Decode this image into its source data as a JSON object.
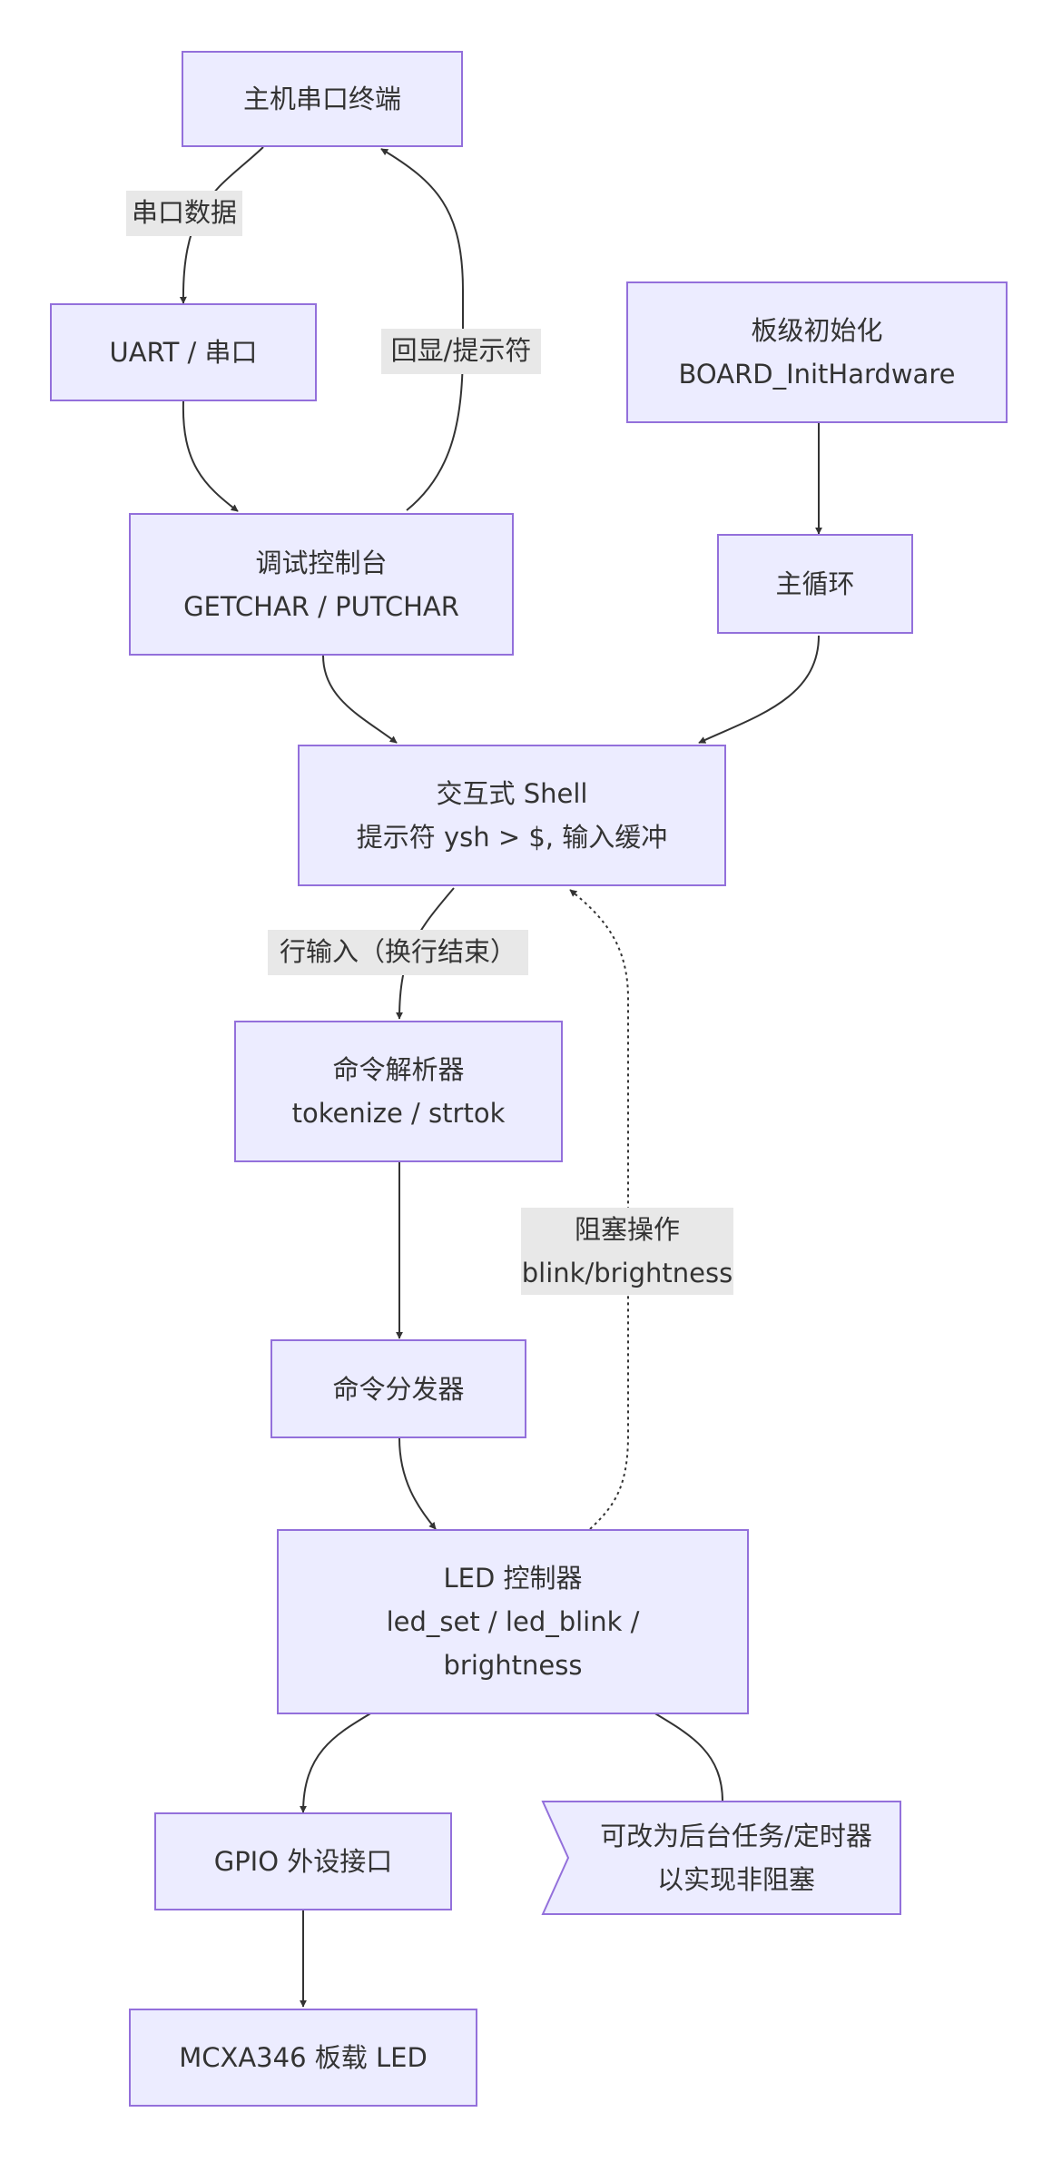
{
  "colors": {
    "node_fill": "#ECECFF",
    "node_stroke": "#9370DB",
    "edge": "#333333",
    "edge_label_bg": "#E8E8E8",
    "text": "#333333"
  },
  "nodes": {
    "host_terminal": {
      "lines": [
        "主机串口终端"
      ]
    },
    "uart": {
      "lines": [
        "UART / 串口"
      ]
    },
    "board_init": {
      "lines": [
        "板级初始化",
        "BOARD_InitHardware"
      ]
    },
    "debug_console": {
      "lines": [
        "调试控制台",
        "GETCHAR / PUTCHAR"
      ]
    },
    "main_loop": {
      "lines": [
        "主循环"
      ]
    },
    "shell": {
      "lines": [
        "交互式 Shell",
        "提示符 ysh > $, 输入缓冲"
      ]
    },
    "parser": {
      "lines": [
        "命令解析器",
        "tokenize / strtok"
      ]
    },
    "dispatcher": {
      "lines": [
        "命令分发器"
      ]
    },
    "led_controller": {
      "lines": [
        "LED 控制器",
        "led_set / led_blink /",
        "brightness"
      ]
    },
    "gpio": {
      "lines": [
        "GPIO 外设接口"
      ]
    },
    "note": {
      "lines": [
        "可改为后台任务/定时器",
        "以实现非阻塞"
      ]
    },
    "board_led": {
      "lines": [
        "MCXA346 板载 LED"
      ]
    }
  },
  "edge_labels": {
    "serial_data": {
      "lines": [
        "串口数据"
      ]
    },
    "echo_prompt": {
      "lines": [
        "回显/提示符"
      ]
    },
    "line_input": {
      "lines": [
        "行输入（换行结束）"
      ]
    },
    "blocking_ops": {
      "lines": [
        "阻塞操作",
        "blink/brightness"
      ]
    }
  }
}
